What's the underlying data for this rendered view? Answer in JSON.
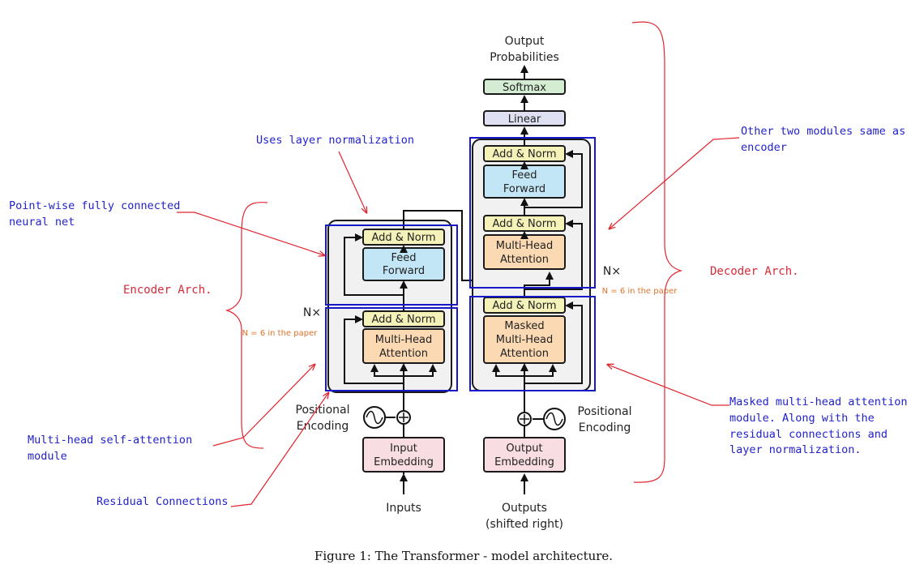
{
  "colors": {
    "add_norm": "#f4f1b9",
    "feed_forward": "#c3e6f6",
    "attention": "#fbd9b3",
    "embedding": "#f8dde2",
    "linear": "#dfe1f3",
    "softmax": "#d3ecd2",
    "stack_bg": "#f1f1f1",
    "annotation_blue": "#2222cc",
    "annotation_red": "#d62b3a",
    "note_orange": "#e0742a"
  },
  "encoder": {
    "add_norm_top": "Add & Norm",
    "feed_forward": [
      "Feed",
      "Forward"
    ],
    "add_norm_bottom": "Add & Norm",
    "attention": [
      "Multi-Head",
      "Attention"
    ],
    "nx": "N×",
    "positional_encoding": [
      "Positional",
      "Encoding"
    ],
    "embedding": [
      "Input",
      "Embedding"
    ],
    "input_label": "Inputs"
  },
  "decoder": {
    "add_norm_ff": "Add & Norm",
    "feed_forward": [
      "Feed",
      "Forward"
    ],
    "add_norm_mid": "Add & Norm",
    "attention": [
      "Multi-Head",
      "Attention"
    ],
    "add_norm_bottom": "Add & Norm",
    "masked_attention": [
      "Masked",
      "Multi-Head",
      "Attention"
    ],
    "nx": "N×",
    "positional_encoding": [
      "Positional",
      "Encoding"
    ],
    "embedding": [
      "Output",
      "Embedding"
    ],
    "input_label": [
      "Outputs",
      "(shifted right)"
    ]
  },
  "head": {
    "linear": "Linear",
    "softmax": "Softmax",
    "output": [
      "Output",
      "Probabilities"
    ]
  },
  "annotations": {
    "layer_norm": "Uses layer normalization",
    "pointwise": [
      "Point-wise fully connected",
      "neural net"
    ],
    "encoder_arch": "Encoder Arch.",
    "multihead_self": [
      "Multi-head self-attention",
      "module"
    ],
    "residual": "Residual Connections",
    "other_two": [
      "Other two modules same as",
      "encoder"
    ],
    "decoder_arch": "Decoder Arch.",
    "masked_note": [
      "Masked multi-head attention",
      "module. Along with the",
      "residual connections and",
      "layer normalization."
    ],
    "n6_left": "N = 6 in the paper",
    "n6_right": "N = 6 in the paper"
  },
  "caption": "Figure 1: The Transformer - model architecture."
}
